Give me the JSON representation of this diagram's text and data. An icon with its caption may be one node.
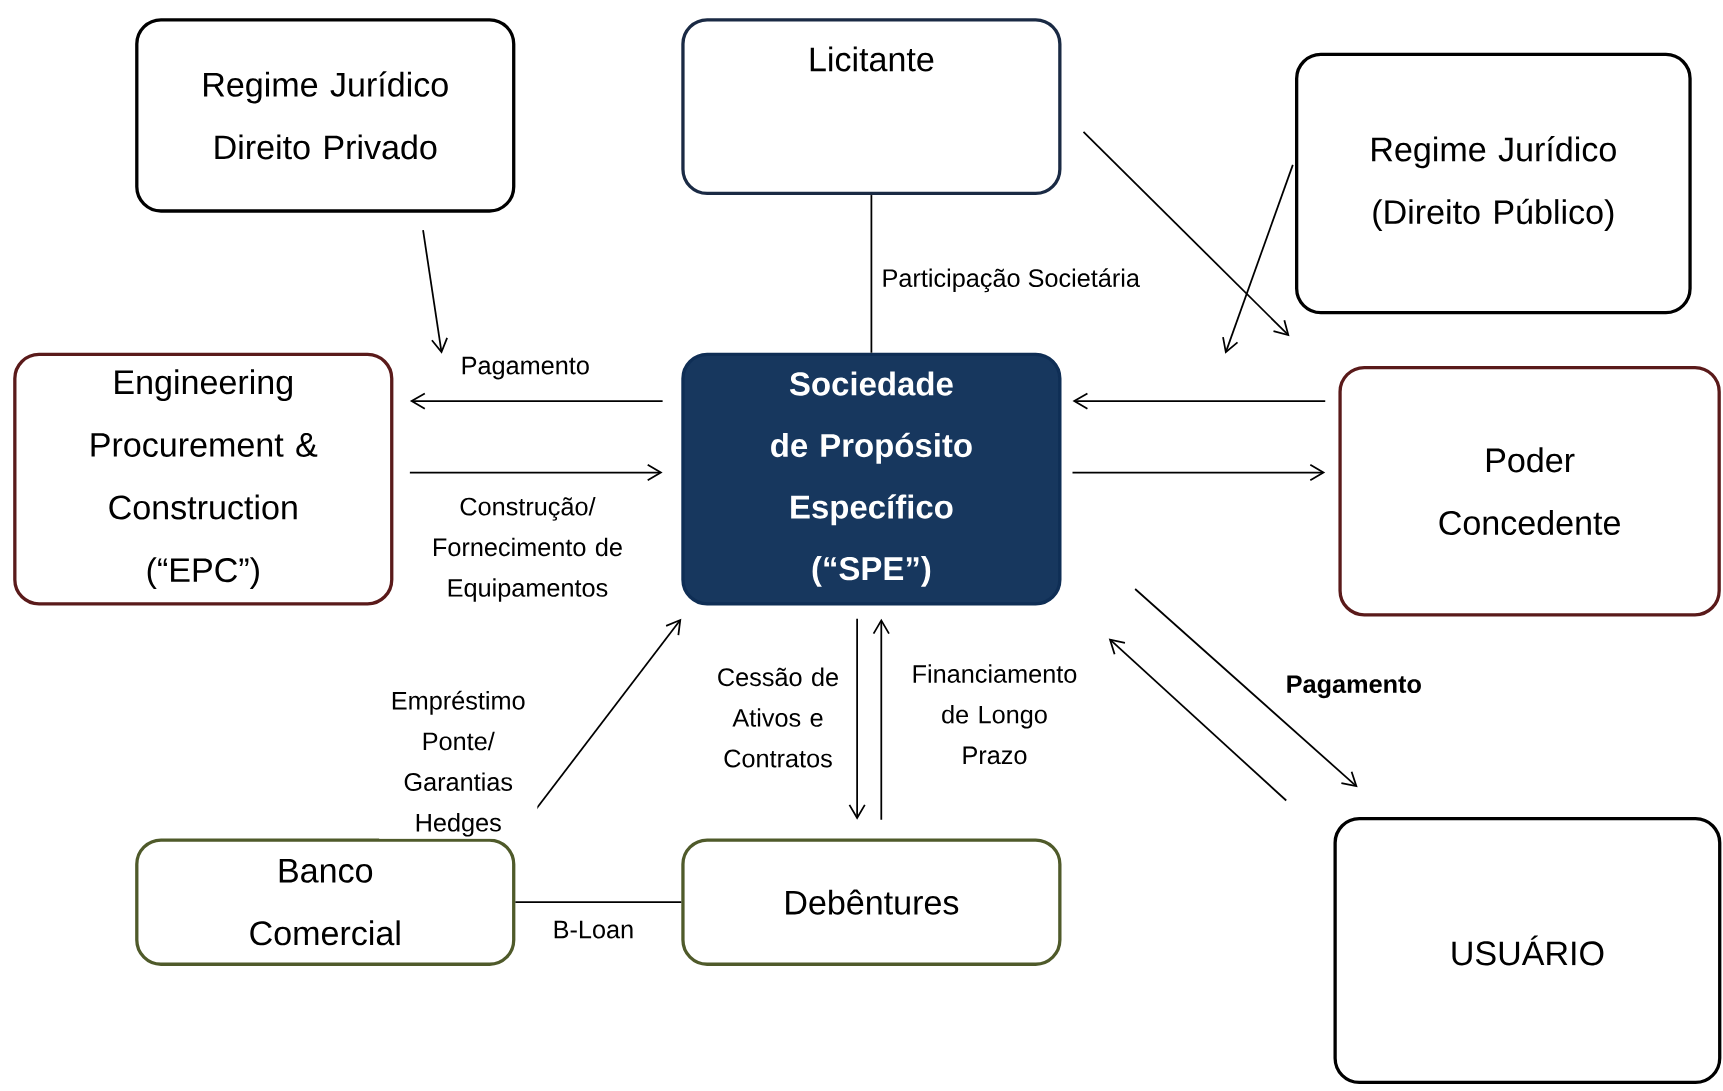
{
  "diagram": {
    "nodes": [
      {
        "text": [
          "Regime Jurídico Direito Privado"
        ]
      },
      {
        "text": [
          "Licitante"
        ]
      },
      {
        "text": [
          "Regime Jurídico (Direito Público)"
        ]
      },
      {
        "text": [
          "Engineering Procurement & Construction (“EPC”)"
        ]
      },
      {
        "text": [
          "Sociedade de Propósito Específico (“SPE”)"
        ]
      },
      {
        "text": [
          "Poder Concedente"
        ]
      },
      {
        "text": [
          "Banco Comercial"
        ]
      },
      {
        "text": [
          "Debêntures"
        ]
      },
      {
        "text": [
          "USUÁRIO"
        ]
      }
    ],
    "edges": [
      {
        "from": 1,
        "to": 4,
        "arrow": "none",
        "label": "Participação Societária"
      },
      {
        "from": 0,
        "to": null,
        "arrow": "to"
      },
      {
        "from": 1,
        "to": 2,
        "arrow": "to"
      },
      {
        "from": 2,
        "to": null,
        "arrow": "to"
      },
      {
        "from": 4,
        "to": 3,
        "arrow": "to",
        "label": "Pagamento"
      },
      {
        "from": 3,
        "to": 4,
        "arrow": "to",
        "label": "Construção/ Fornecimento de Equipamentos"
      },
      {
        "from": 5,
        "to": 4,
        "arrow": "to"
      },
      {
        "from": 4,
        "to": 5,
        "arrow": "to"
      },
      {
        "from": 4,
        "to": 8,
        "arrow": "to",
        "label": "Pagamento"
      },
      {
        "from": 8,
        "to": 4,
        "arrow": "to"
      },
      {
        "from": 6,
        "to": 4,
        "arrow": "to",
        "label": "Empréstimo Ponte/ Garantias Hedges"
      },
      {
        "from": 4,
        "to": 7,
        "arrow": "to",
        "label": "Cessão de Ativos e Contratos"
      },
      {
        "from": 7,
        "to": 4,
        "arrow": "to",
        "label": "Financiamento de Longo Prazo"
      },
      {
        "from": 6,
        "to": 7,
        "arrow": "none",
        "label": "B-Loan"
      }
    ]
  }
}
